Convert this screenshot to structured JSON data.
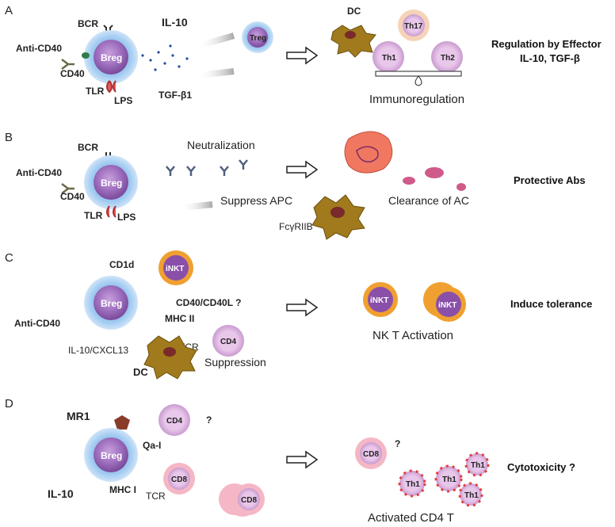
{
  "panels": {
    "a": {
      "letter": "A",
      "labels": {
        "bcr": "BCR",
        "anti_cd40": "Anti-CD40",
        "cd40": "CD40",
        "tlr": "TLR",
        "lps": "LPS",
        "il10": "IL-10",
        "tgf": "TGF-β1",
        "treg": "Treg",
        "breg": "Breg",
        "dc": "DC",
        "th17": "Th17",
        "th1": "Th1",
        "th2": "Th2"
      },
      "caption": "Immunoregulation",
      "right_line1": "Regulation by Effector",
      "right_line2": "IL-10, TGF-β"
    },
    "b": {
      "letter": "B",
      "labels": {
        "bcr": "BCR",
        "anti_cd40": "Anti-CD40",
        "cd40": "CD40",
        "tlr": "TLR",
        "lps": "LPS",
        "breg": "Breg",
        "neutralization": "Neutralization",
        "suppress_apc": "Suppress APC",
        "fcyriib": "FcγRIIB"
      },
      "caption": "Clearance of AC",
      "right": "Protective Abs"
    },
    "c": {
      "letter": "C",
      "labels": {
        "cd1d": "CD1d",
        "nkt": "iNKT",
        "breg": "Breg",
        "cd40l": "CD40/CD40L ?",
        "mhc2": "MHC II",
        "anti_cd40": "Anti-CD40",
        "tcr": "TCR",
        "cd4": "CD4",
        "il10_cxcl13": "IL-10/CXCL13",
        "dc": "DC",
        "suppression": "Suppression"
      },
      "caption": "NK T Activation",
      "right": "Induce tolerance"
    },
    "d": {
      "letter": "D",
      "labels": {
        "mr1": "MR1",
        "cd4": "CD4",
        "q": "?",
        "qa1": "Qa-I",
        "breg": "Breg",
        "cd8": "CD8",
        "mhc1": "MHC I",
        "il10": "IL-10",
        "tcr": "TCR",
        "th1": "Th1"
      },
      "caption": "Activated CD4 T",
      "right": "Cytotoxicity ?"
    }
  },
  "colors": {
    "breg": "#7fb2e5",
    "purple": "#8a4fa8",
    "orange": "#f0a030",
    "pink": "#f5b7c5",
    "dc": "#a07a1c"
  }
}
